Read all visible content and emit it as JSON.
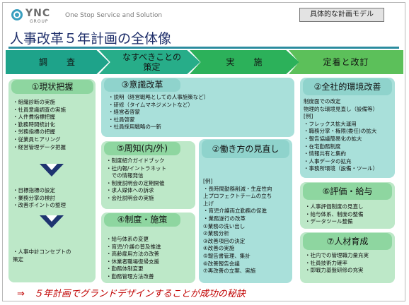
{
  "header": {
    "logo_text": "YNC",
    "logo_sub": "GROUP",
    "tagline": "One Stop Service and Solution",
    "model_tag": "具体的な計画モデル"
  },
  "title": "人事改革５年計画の全体像",
  "phases": [
    {
      "label": "調　　査"
    },
    {
      "label_line1": "なすべきことの",
      "label_line2": "策定"
    },
    {
      "label": "実　　施"
    },
    {
      "label": "定着と改訂"
    }
  ],
  "sections": {
    "s1": {
      "title": "①現状把握",
      "items_a": [
        "組織診断の実施",
        "社員意識調査の実施",
        "人件費指標把握",
        "勤務時間統計化",
        "労務指標の把握",
        "従業員ヒアリング",
        "経営管理データ把握"
      ],
      "items_b": [
        "目標指標の設定",
        "業務分掌の検討",
        "改善ポイントの整理"
      ],
      "items_c_line1": "人事中計コンセプトの",
      "items_c_line2": "策定"
    },
    "s3": {
      "title": "③意識改革",
      "items": [
        "説明（経営戦略としての人事施策など）",
        "研修（タイムマネジメントなど）",
        "経営者啓蒙",
        "社員啓蒙",
        "社員採用戦略の一新"
      ]
    },
    "s5": {
      "title": "⑤周知(内/外)",
      "items": [
        "制度紹介ガイドブック",
        "社内報/イントラネット",
        "　での情報発信",
        "制度説明会の定期開催",
        "求人媒体への訴求",
        "会社説明会の実施"
      ]
    },
    "s4": {
      "title": "④制度・施策",
      "items": [
        "給与体系の変更",
        "育児/介護の普及推進",
        "高齢雇用方法の改善",
        "休業者職場復帰支援",
        "勤務体制変更",
        "勤務管理方法改善"
      ]
    },
    "s2": {
      "title": "②働き方の見直し",
      "items": [
        "[例]",
        "・長時間勤務削減・生産性向",
        "上プロフェクトチームの立ち",
        "上げ",
        "・育児介護両立勤務の促進",
        "・業務遂行の改革",
        "①業務の洗い出し",
        "②業務分析",
        "③改善項目の決定",
        "④改善の実施",
        "⑤報告書管理、集計",
        "⑥改善報告会議",
        "⑦再改善の立案、実施"
      ]
    },
    "s_env": {
      "title": "②全社的環境改善",
      "items": [
        "制度面での改定",
        "物理的な環境見直し（設備等）",
        "[例]",
        "・フレックス拡大運用",
        "・職務分掌・権限(委任)の拡大",
        "・報告協議簡易化の拡大",
        "・在宅勤務制度",
        "・情報共有と集約",
        "・人事データの拡充",
        "・事務所環境（設備・ツール）"
      ]
    },
    "s6": {
      "title": "⑥評価・給与",
      "items": [
        "人事評価制度の見直し",
        "給与体系、制度の整備",
        "データツール整備"
      ]
    },
    "s7": {
      "title": "⑦人材育成",
      "items": [
        "社内での管理職力量充実",
        "社員技術力確率",
        "即戦力基盤研修の充実"
      ]
    }
  },
  "bottom_message": "⇒　５年計画でグランドデザインすることが成功の秘訣",
  "colors": {
    "title_blue": "#1e2e6a",
    "rule_teal": "#2a8c9f",
    "message_red": "#c00000",
    "arrow_navy": "#1e3470"
  }
}
